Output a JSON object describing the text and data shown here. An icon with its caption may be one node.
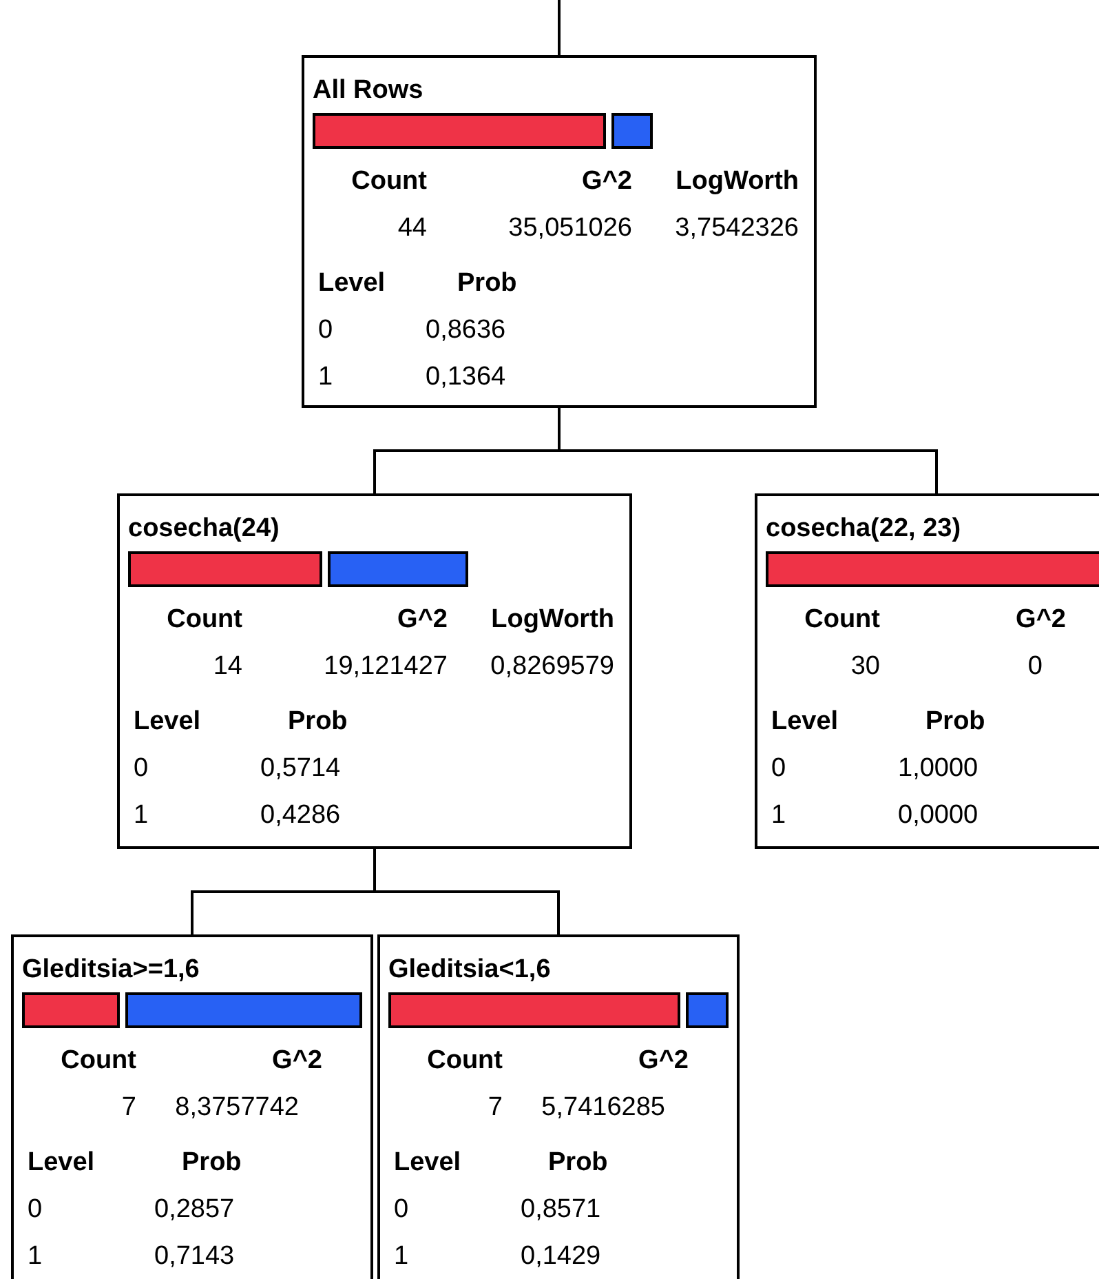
{
  "diagram": {
    "nodes": [
      {
        "text": [
          "All Rows",
          "Count",
          "G^2",
          "LogWorth",
          "44",
          "35,051026",
          "3,7542326",
          "Level",
          "Prob",
          "0",
          "0,8636",
          "1",
          "0,1364"
        ]
      },
      {
        "text": [
          "cosecha(24)",
          "Count",
          "G^2",
          "LogWorth",
          "14",
          "19,121427",
          "0,8269579",
          "Level",
          "Prob",
          "0",
          "0,5714",
          "1",
          "0,4286"
        ]
      },
      {
        "text": [
          "cosecha(22, 23)",
          "Count",
          "G^2",
          "30",
          "0",
          "Level",
          "Prob",
          "0",
          "1,0000",
          "1",
          "0,0000"
        ]
      },
      {
        "text": [
          "Gleditsia>=1,6",
          "Count",
          "G^2",
          "7",
          "8,3757742",
          "Level",
          "Prob",
          "0",
          "0,2857",
          "1",
          "0,7143"
        ]
      },
      {
        "text": [
          "Gleditsia<1,6",
          "Count",
          "G^2",
          "7",
          "5,7416285",
          "Level",
          "Prob",
          "0",
          "0,8571",
          "1",
          "0,1429"
        ]
      }
    ],
    "edges": [
      {
        "from": null,
        "to": 0,
        "arrow": "none"
      },
      {
        "from": 0,
        "to": 1,
        "arrow": "none"
      },
      {
        "from": 0,
        "to": 2,
        "arrow": "none"
      },
      {
        "from": 1,
        "to": 3,
        "arrow": "none"
      },
      {
        "from": 1,
        "to": 4,
        "arrow": "none"
      }
    ]
  }
}
